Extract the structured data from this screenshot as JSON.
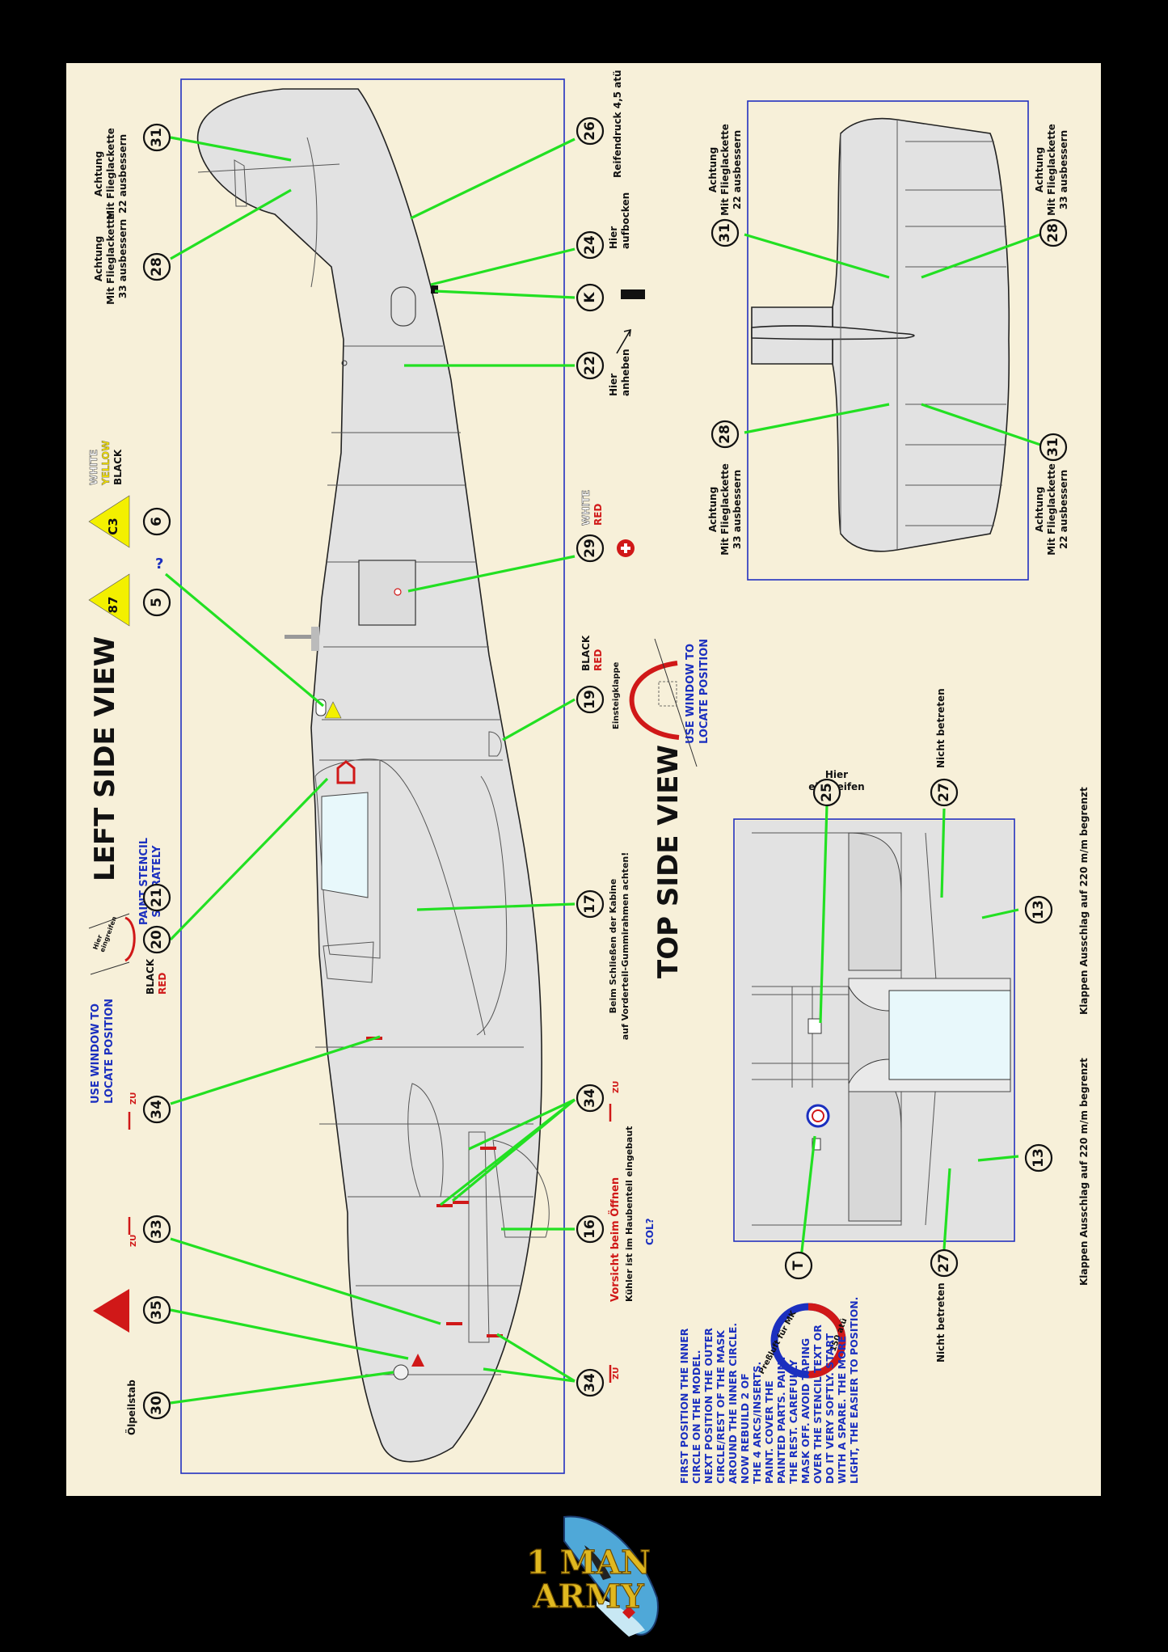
{
  "views": {
    "left_title": "LEFT SIDE VIEW",
    "top_title": "TOP SIDE VIEW"
  },
  "notes": {
    "paint_stencil": [
      "PAINT STENCIL",
      "SEPARATELY"
    ],
    "use_window_left": [
      "USE WINDOW TO",
      "LOCATE POSITION"
    ],
    "use_window_right": [
      "USE WINDOW TO",
      "LOCATE POSITION"
    ],
    "question_mark": "?",
    "col": "COL?",
    "instructions": [
      "FIRST POSITION THE INNER",
      "CIRCLE ON THE MODEL.",
      "NEXT POSITION THE OUTER",
      "CIRCLE/REST OF THE MASK",
      "AROUND THE INNER CIRCLE.",
      "NOW REBUILD 2 OF",
      "THE 4 ARCS/INSERTS.",
      "PAINT. COVER THE",
      "PAINTED PARTS. PAINT",
      "THE REST. CAREFULLY",
      "MASK OFF. AVOID TAPING",
      "OVER THE STENCIL TEXT OR",
      "DO IT VERY SOFTLY. START",
      "WITH A SPARE. THE MORE",
      "LIGHT, THE EASIER TO POSITION."
    ],
    "pressluft_ring": "Preßluft für MK",
    "pressluft_value": "150 atü"
  },
  "colors_text": {
    "white": "WHITE",
    "yellow": "YELLOW",
    "black": "BLACK",
    "red": "RED"
  },
  "triangles": {
    "t87": "87",
    "tc3": "C3"
  },
  "callouts": {
    "c31_top_left": "31",
    "c28_left": "28",
    "c26": "26",
    "c24": "24",
    "cK": "K",
    "c22": "22",
    "c6": "6",
    "c5": "5",
    "c29": "29",
    "c19": "19",
    "c17": "17",
    "c20": "20",
    "c21": "21",
    "c34a": "34",
    "c34b": "34",
    "c34c": "34",
    "c33": "33",
    "c16": "16",
    "c35": "35",
    "c30": "30",
    "c31_tv_left": "31",
    "c28_tv_right": "28",
    "c28_tv_left": "28",
    "c31_tv_right": "31",
    "c25": "25",
    "c27a": "27",
    "c13a": "13",
    "c13b": "13",
    "c27b": "27",
    "cT": "T"
  },
  "stencil_labels": {
    "achtung_22": [
      "Achtung",
      "Mit Flieglackette",
      "22 ausbessern"
    ],
    "achtung_33": [
      "Achtung",
      "Mit Flieglackette",
      "33 ausbessern"
    ],
    "reifendruck": "Reifendruck 4,5 atü",
    "hier_aufbocken": [
      "Hier",
      "aufbocken"
    ],
    "hier_anheben": [
      "Hier",
      "anheben"
    ],
    "einsteigklappe": "Einsteigklappe",
    "kabine": [
      "Beim Schließen der Kabine",
      "auf Vorderteil-Gummirahmen achten!"
    ],
    "hier_eingreifen_small": [
      "Hier",
      "eingreifen"
    ],
    "hier_eingreifen": [
      "Hier",
      "eingreifen"
    ],
    "zu": "ZU",
    "vorsicht": "Vorsicht beim Öffnen",
    "kuehler": "Kühler ist im Haubenteil eingebaut",
    "oelpeilstab": "Ölpeilstab",
    "nicht_betreten": "Nicht betreten",
    "klappen": "Klappen Ausschlag auf 220 m/m begrenzt"
  },
  "brand": {
    "logo_line1": "1 MAN",
    "logo_line2": "ARMY"
  },
  "palette": {
    "sheet": "#f7f0d9",
    "leader": "#22e022",
    "frame": "#2230c0",
    "text_blue": "#1b2fbf",
    "text_red": "#d01818",
    "aircraft": "#e2e2e2"
  }
}
